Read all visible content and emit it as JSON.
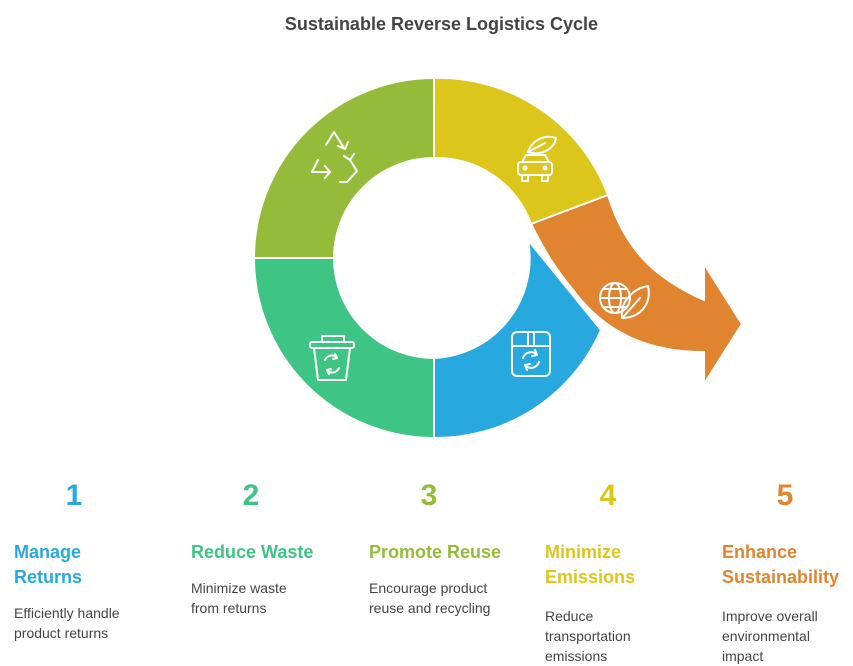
{
  "title": "Sustainable Reverse Logistics Cycle",
  "colors": {
    "green_light": "#94bc3a",
    "yellow": "#ddc61c",
    "orange": "#e08430",
    "blue": "#27a9df",
    "green": "#3ec485",
    "icon_stroke": "#ffffff"
  },
  "segments": [
    {
      "name": "recycle",
      "icon": "recycle-icon",
      "color": "#94bc3a"
    },
    {
      "name": "eco-transport",
      "icon": "car-leaf-icon",
      "color": "#ddc61c"
    },
    {
      "name": "sustainability",
      "icon": "globe-leaf-icon",
      "color": "#e08430"
    },
    {
      "name": "reuse",
      "icon": "recycle-box-icon",
      "color": "#27a9df"
    },
    {
      "name": "waste",
      "icon": "recycle-bin-icon",
      "color": "#3ec485"
    }
  ],
  "steps": [
    {
      "number": "1",
      "title": "Manage Returns",
      "title_lines": [
        "Manage",
        "Returns"
      ],
      "desc_lines": [
        "Efficiently handle",
        "product returns"
      ],
      "color": "#27a9df"
    },
    {
      "number": "2",
      "title": "Reduce Waste",
      "title_lines": [
        "Reduce Waste"
      ],
      "desc_lines": [
        "Minimize waste",
        "from returns"
      ],
      "color": "#3ec485"
    },
    {
      "number": "3",
      "title": "Promote Reuse",
      "title_lines": [
        "Promote Reuse"
      ],
      "desc_lines": [
        "Encourage product",
        "reuse and recycling"
      ],
      "color": "#94bc3a"
    },
    {
      "number": "4",
      "title": "Minimize Emissions",
      "title_lines": [
        "Minimize",
        "Emissions"
      ],
      "desc_lines": [
        "Reduce",
        "transportation",
        "emissions"
      ],
      "color": "#ddc61c"
    },
    {
      "number": "5",
      "title": "Enhance Sustainability",
      "title_lines": [
        "Enhance",
        "Sustainability"
      ],
      "desc_lines": [
        "Improve overall",
        "environmental",
        "impact"
      ],
      "color": "#e08430"
    }
  ]
}
